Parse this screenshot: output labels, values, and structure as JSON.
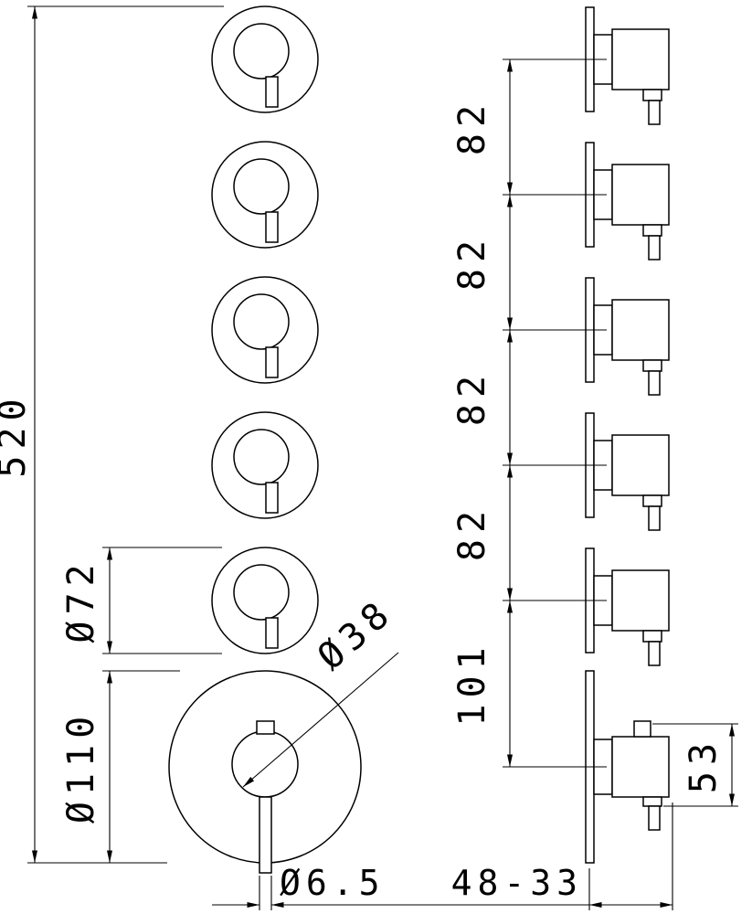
{
  "drawing": {
    "background_color": "#ffffff",
    "line_color": "#000000",
    "front_view": {
      "total_height_label": "520",
      "knob_diameter_label": "Ø72",
      "plate_diameter_label": "Ø110",
      "handle_hub_diameter_label": "Ø38",
      "pin_diameter_label": "Ø6.5"
    },
    "side_view": {
      "spacing_labels": [
        "82",
        "82",
        "82",
        "82",
        "101"
      ],
      "depth_range_label": "48-33",
      "outlet_offset_label": "53"
    }
  }
}
